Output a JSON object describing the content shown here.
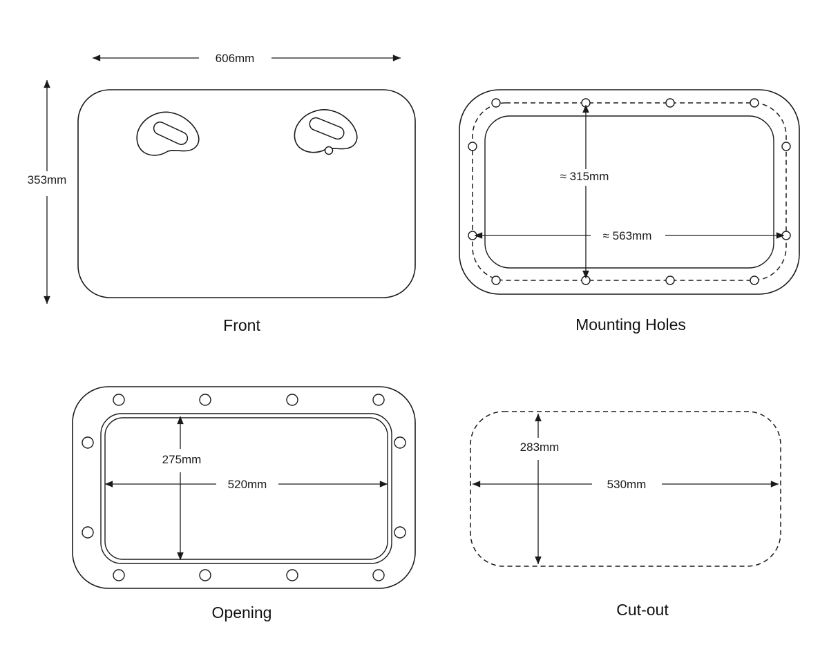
{
  "colors": {
    "line": "#1a1a1a",
    "background": "#ffffff"
  },
  "panels": {
    "front": {
      "label": "Front",
      "width_dim": "606mm",
      "height_dim": "353mm"
    },
    "mounting_holes": {
      "label": "Mounting Holes",
      "height_dim": "≈ 315mm",
      "width_dim": "≈ 563mm"
    },
    "opening": {
      "label": "Opening",
      "height_dim": "275mm",
      "width_dim": "520mm"
    },
    "cutout": {
      "label": "Cut-out",
      "height_dim": "283mm",
      "width_dim": "530mm"
    }
  }
}
